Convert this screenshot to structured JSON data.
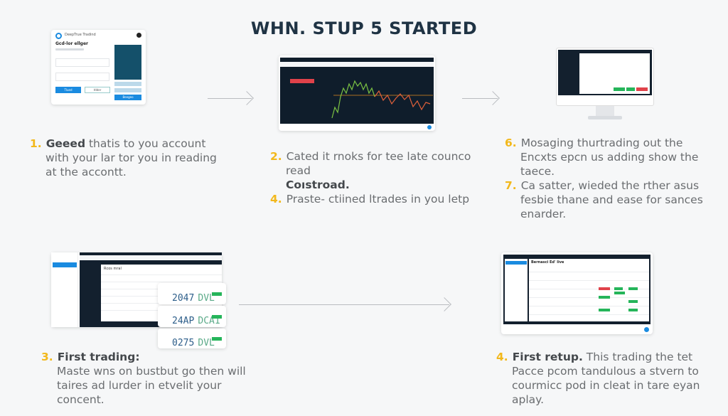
{
  "title": "WHN. STUP 5 STARTED",
  "steps": [
    {
      "num": "1.",
      "bold": "Geeed",
      "lines": [
        "thatis to you account",
        "with your lar tor you in reading",
        "at the accontt."
      ]
    },
    {
      "num": "2.",
      "lines": [
        "Cated it rnoks for tee late counco",
        "read"
      ],
      "bold": "Coıstroad."
    },
    {
      "num": "4.",
      "text": "Praste- ctiined ltrades in you letp"
    },
    {
      "num": "6.",
      "bold": "Mosaging",
      "lines": [
        "thurtrading out the",
        "Encxts epcn us adding show the",
        "taece."
      ]
    },
    {
      "num": "7.",
      "lines": [
        "Ca satter, wieded the rther asus",
        "fesbie thane and ease for sances",
        "enarder."
      ]
    },
    {
      "num": "3.",
      "bold": "First trading:",
      "lines": [
        "Maste wns on bustbut go then will",
        "taires ad lurder in etvelit your",
        "concent."
      ]
    },
    {
      "num": "4.",
      "bold": "First retup.",
      "lines": [
        "This trading the tet",
        "Pacce pcom tandulous a stvern to",
        "courmicc pod in cleat in tare eyan",
        "aplay."
      ]
    }
  ],
  "mockups": {
    "login": {
      "app_name": "DeepTrue Tradind",
      "heading": "Gcd-lor ellger",
      "primary_btn": "Tlued",
      "secondary_btn": "Hlder",
      "side_btn": "Beegeo"
    },
    "quotes": [
      {
        "value": "2047",
        "code": "DVL"
      },
      {
        "value": "24AP",
        "code": "DCA1"
      },
      {
        "value": "0275",
        "code": "DVL"
      }
    ],
    "table_title": "Bernasci Ed' live",
    "order_title": "Rcos mral"
  },
  "colors": {
    "accent": "#f2b81c",
    "title": "#1f3344",
    "primary": "#1a8be0",
    "buy": "#25b55a",
    "sell": "#e0424a"
  }
}
